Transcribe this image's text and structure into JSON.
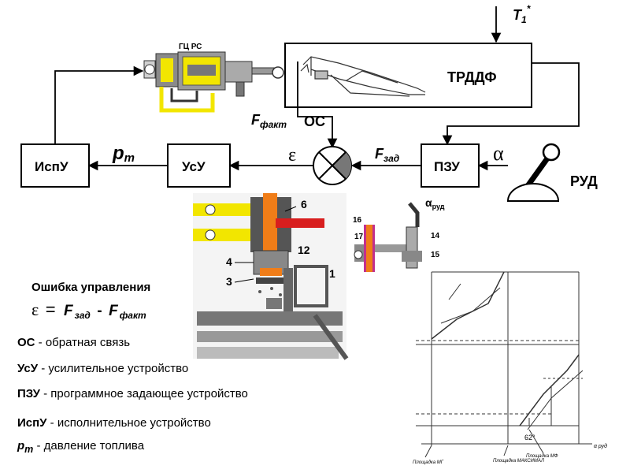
{
  "blocks": {
    "engine": "ТРДДФ",
    "pzu": "ПЗУ",
    "usu": "УсУ",
    "ispu": "ИспУ",
    "rud": "РУД",
    "gc": "ГЦ РС"
  },
  "signals": {
    "t1": "T",
    "t1_sub": "1",
    "t1_sup": "*",
    "alpha": "α",
    "f_zad": "F",
    "f_zad_sub": "зад",
    "f_fakt": "F",
    "f_fakt_sub": "факт",
    "os": "ОС",
    "eps": "ε",
    "pm": "p",
    "pm_sub": "m"
  },
  "error_block": {
    "title": "Ошибка управления",
    "eps": "ε",
    "eq": "=",
    "f1": "F",
    "f1_sub": "зад",
    "minus": "-",
    "f2": "F",
    "f2_sub": "факт"
  },
  "legend": [
    {
      "abbr": "ОС",
      "text": " - обратная связь"
    },
    {
      "abbr": "УсУ",
      "text": " - усилительное устройство"
    },
    {
      "abbr": "ПЗУ",
      "text": " - программное задающее устройство"
    },
    {
      "abbr": "ИспУ",
      "text": " - исполнительное устройство"
    },
    {
      "abbr": "p",
      "abbr_sub": "m",
      "text": " - давление топлива"
    }
  ],
  "mech": {
    "n6": "6",
    "n4": "4",
    "n3": "3",
    "n12": "12",
    "n1": "1",
    "n16": "16",
    "n17": "17",
    "n14": "14",
    "n15": "15",
    "alpha_rud": "α",
    "alpha_rud_sub": "руд"
  },
  "graph": {
    "x_label": "α руд",
    "angle": "62°",
    "bottom_labels": [
      "Площадка МГ",
      "Площадка МАКСИМАЛ",
      "Площадка МФ"
    ]
  },
  "colors": {
    "yellow": "#f2e600",
    "orange": "#f07d18",
    "red": "#d81e1e",
    "gray": "#8a8a8a",
    "dark": "#333333"
  }
}
